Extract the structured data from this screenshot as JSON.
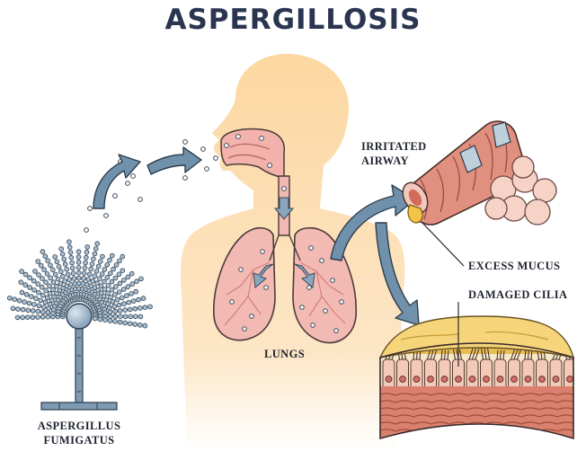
{
  "title": "ASPERGILLOSIS",
  "labels": {
    "fungus": [
      "ASPERGILLUS",
      "FUMIGATUS"
    ],
    "lungs": "LUNGS",
    "airway": [
      "IRRITATED",
      "AIRWAY"
    ],
    "mucus": "EXCESS MUCUS",
    "cilia": "DAMAGED CILIA"
  },
  "icons": [
    "aspergillus-fungus-illustration",
    "human-silhouette",
    "nasal-passage",
    "trachea",
    "lungs-illustration",
    "bronchial-tube",
    "alveoli-cluster",
    "airway-tissue-cross-section",
    "curved-arrow-icon",
    "spore-dots"
  ],
  "colors": {
    "title": "#2a3550",
    "body": "#fbd9a6",
    "lung": "#f2b8b3",
    "arrow": "#6c8ea8",
    "mucus": "#f3c445",
    "airway_tissue": "#d9816e",
    "fungus": "#6f8fa8"
  }
}
